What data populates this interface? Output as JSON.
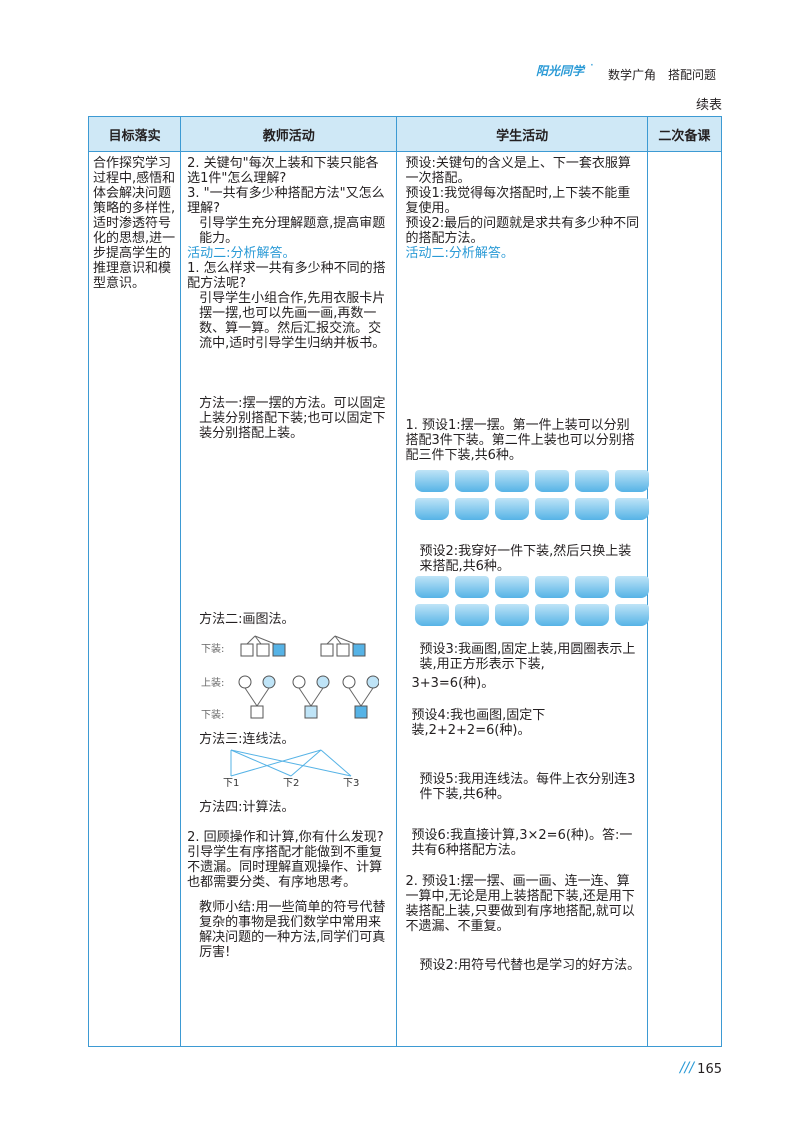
{
  "header": {
    "logo": "阳光同学",
    "section": "数学广角",
    "topic": "搭配问题",
    "continued": "续表"
  },
  "columns": [
    "目标落实",
    "教师活动",
    "学生活动",
    "二次备课"
  ],
  "goal_text": "合作探究学习过程中,感悟和体会解决问题策略的多样性,适时渗透符号化的思想,进一步提高学生的推理意识和模型意识。",
  "teacher": {
    "q2": "2. 关键句\"每次上装和下装只能各选1件\"怎么理解?",
    "q3": "3. \"一共有多少种搭配方法\"又怎么理解?",
    "guide": "引导学生充分理解题意,提高审题能力。",
    "act2": "活动二:分析解答。",
    "t1": "1. 怎么样求一共有多少种不同的搭配方法呢?",
    "t1b": "引导学生小组合作,先用衣服卡片摆一摆,也可以先画一画,再数一数、算一算。然后汇报交流。交流中,适时引导学生归纳并板书。",
    "m1": "方法一:摆一摆的方法。可以固定上装分别搭配下装;也可以固定下装分别搭配上装。",
    "m2": "方法二:画图法。",
    "m3": "方法三:连线法。",
    "m4": "方法四:计算法。",
    "t2": "2. 回顾操作和计算,你有什么发现?引导学生有序搭配才能做到不重复不遗漏。同时理解直观操作、计算也都需要分类、有序地思考。",
    "summary": "教师小结:用一些简单的符号代替复杂的事物是我们数学中常用来解决问题的一种方法,同学们可真厉害!",
    "lbl_bottom": "下装:",
    "lbl_top": "上装:",
    "lbl_x1": "下1",
    "lbl_x2": "下2",
    "lbl_x3": "下3"
  },
  "student": {
    "s1": "预设:关键句的含义是上、下一套衣服算一次搭配。",
    "s2": "预设1:我觉得每次搭配时,上下装不能重复使用。",
    "s3": "预设2:最后的问题就是求共有多少种不同的搭配方法。",
    "act2": "活动二:分析解答。",
    "a1": "1. 预设1:摆一摆。第一件上装可以分别搭配3件下装。第二件上装也可以分别搭配三件下装,共6种。",
    "a2": "预设2:我穿好一件下装,然后只换上装来搭配,共6种。",
    "a3": "预设3:我画图,固定上装,用圆圈表示上装,用正方形表示下装,",
    "a3b": "3+3=6(种)。",
    "a4": "预设4:我也画图,固定下装,2+2+2=6(种)。",
    "a5": "预设5:我用连线法。每件上衣分别连3件下装,共6种。",
    "a6": "预设6:我直接计算,3×2=6(种)。答:一共有6种搭配方法。",
    "b2": "2. 预设1:摆一摆、画一画、连一连、算一算中,无论是用上装搭配下装,还是用下装搭配上装,只要做到有序地搭配,就可以不遗漏、不重复。",
    "b3": "预设2:用符号代替也是学习的好方法。"
  },
  "page_number": "165"
}
